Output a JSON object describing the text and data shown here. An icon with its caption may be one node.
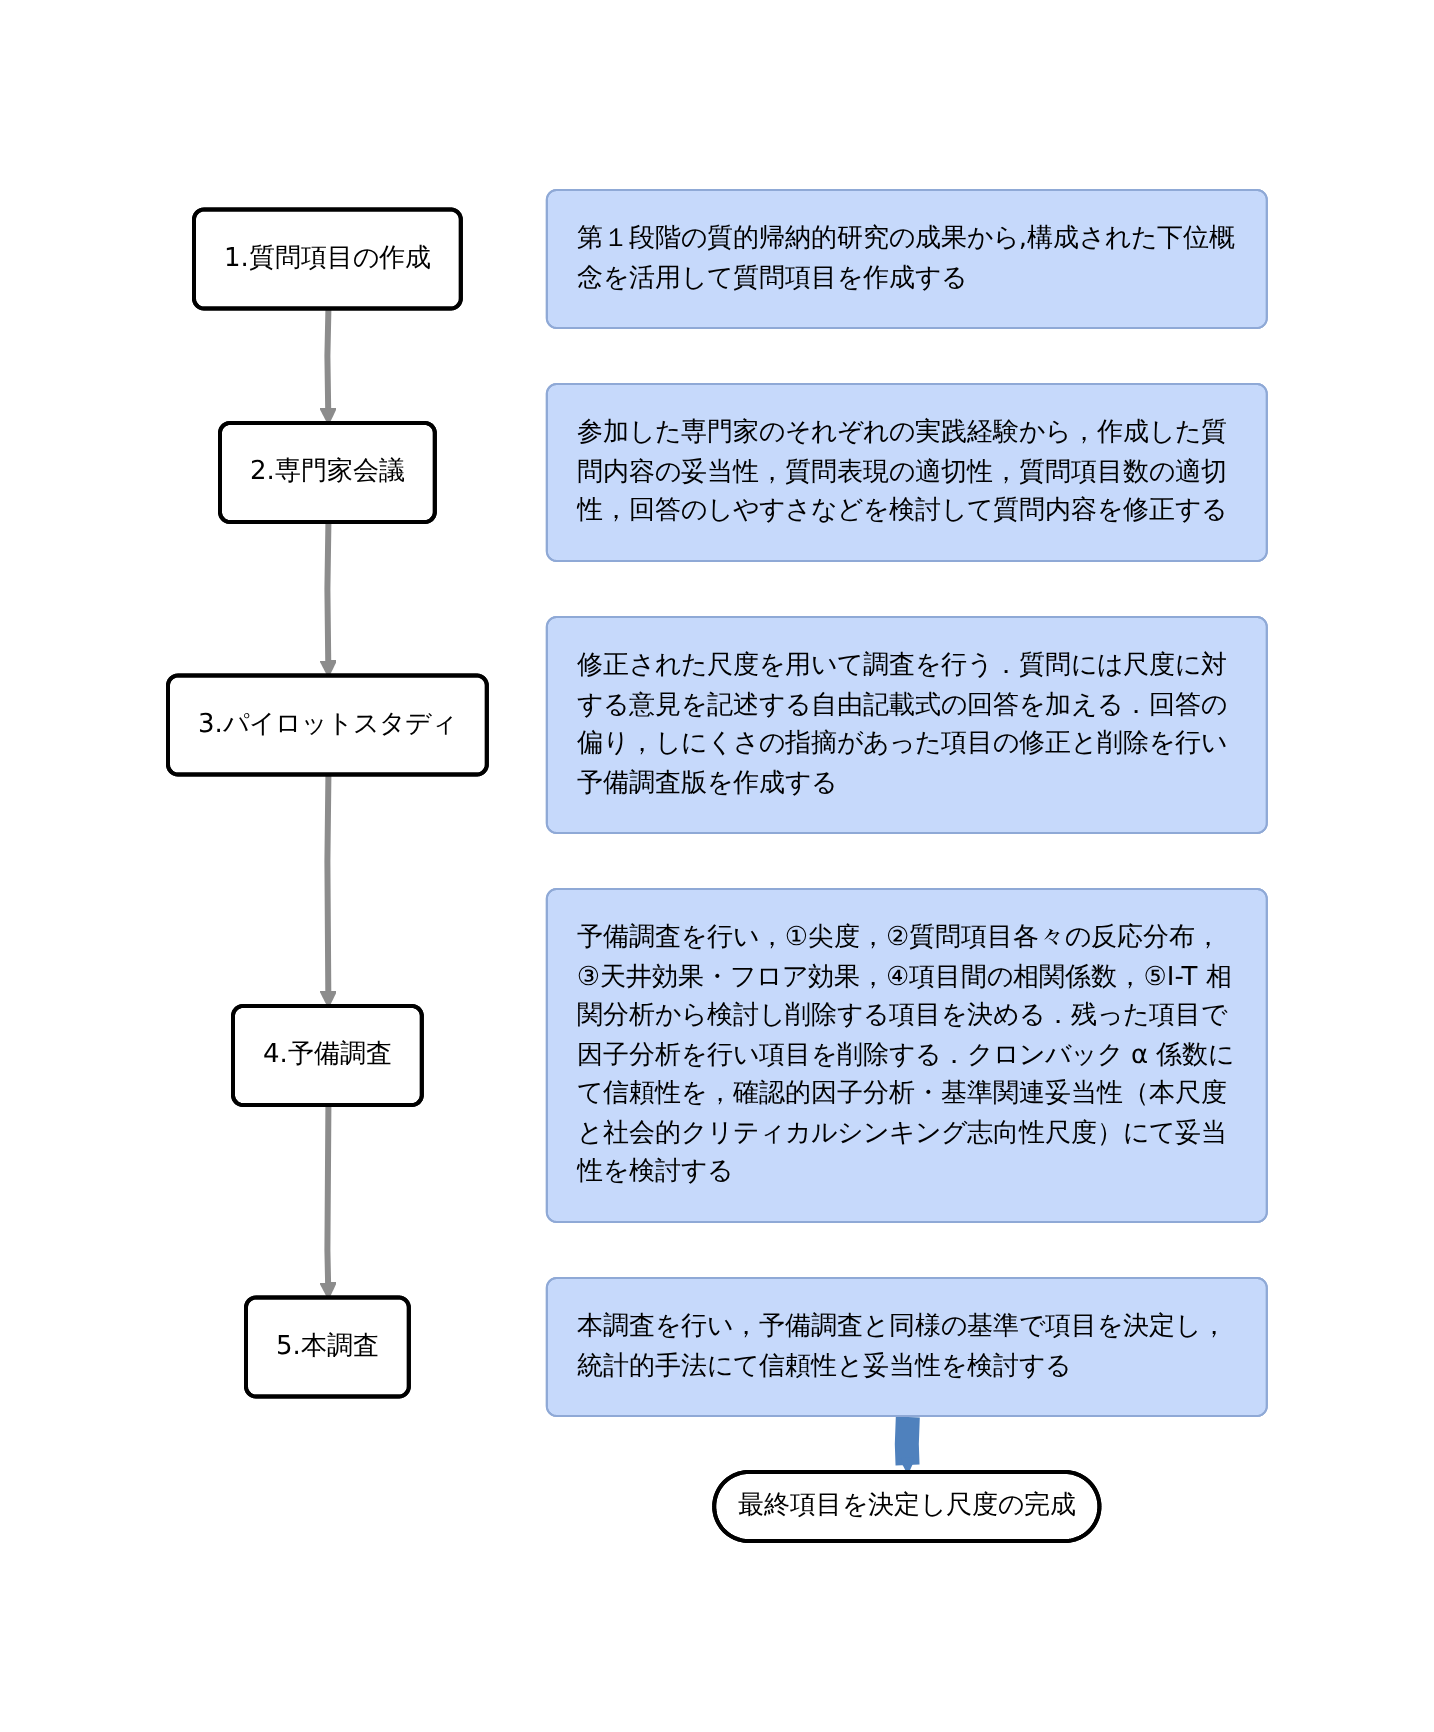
{
  "diagram": {
    "nodes": [
      {
        "text": [
          "1.質問項目の作成"
        ]
      },
      {
        "text": [
          "2.専門家会議"
        ]
      },
      {
        "text": [
          "3.パイロットスタディ"
        ]
      },
      {
        "text": [
          "4.予備調査"
        ]
      },
      {
        "text": [
          "5.本調査"
        ]
      },
      {
        "text": [
          "第１段階の質的帰納的研究の成果から,構成された下位概念を活用して質問項目を作成する"
        ]
      },
      {
        "text": [
          "参加した専門家のそれぞれの実践経験から，作成した質問内容の妥当性，質問表現の適切性，質問項目数の適切性，回答のしやすさなどを検討して質問内容を修正する"
        ]
      },
      {
        "text": [
          "修正された尺度を用いて調査を行う．質問には尺度に対する意見を記述する自由記載式の回答を加える．回答の偏り，しにくさの指摘があった項目の修正と削除を行い予備調査版を作成する"
        ]
      },
      {
        "text": [
          "予備調査を行い，①尖度，②質問項目各々の反応分布，③天井効果・フロア効果，④項目間の相関係数，⑤I-T 相関分析から検討し削除する項目を決める．残った項目で因子分析を行い項目を削除する．クロンバック α 係数にて信頼性を，確認的因子分析・基準関連妥当性（本尺度と社会的クリティカルシンキング志向性尺度）にて妥当性を検討する"
        ]
      },
      {
        "text": [
          "本調査を行い，予備調査と同様の基準で項目を決定し，統計的手法にて信頼性と妥当性を検討する"
        ]
      },
      {
        "text": [
          "最終項目を決定し尺度の完成"
        ]
      }
    ],
    "edges": [
      {
        "from": 0,
        "to": 1,
        "arrow": "to"
      },
      {
        "from": 1,
        "to": 2,
        "arrow": "to"
      },
      {
        "from": 2,
        "to": 3,
        "arrow": "to"
      },
      {
        "from": 3,
        "to": 4,
        "arrow": "to"
      },
      {
        "from": 9,
        "to": 10,
        "arrow": "to",
        "style": "thick",
        "color": "#4f81bd"
      }
    ]
  }
}
